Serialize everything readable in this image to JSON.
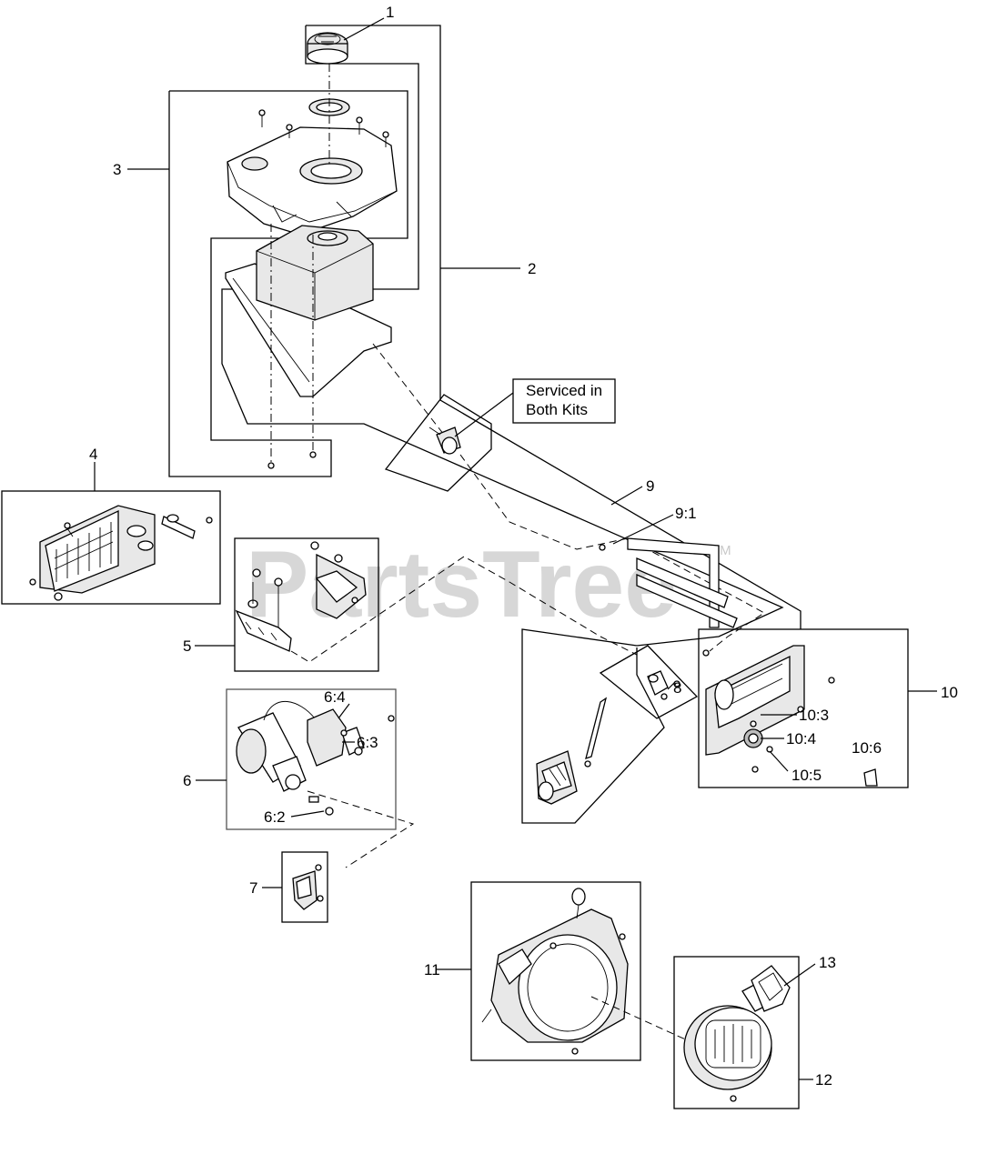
{
  "watermark": {
    "text": "PartsTree",
    "trademark": "TM"
  },
  "note": {
    "line1": "Serviced in",
    "line2": "Both Kits"
  },
  "callouts": [
    {
      "id": "1",
      "text": "1"
    },
    {
      "id": "2",
      "text": "2"
    },
    {
      "id": "3",
      "text": "3"
    },
    {
      "id": "4",
      "text": "4"
    },
    {
      "id": "5",
      "text": "5"
    },
    {
      "id": "6",
      "text": "6"
    },
    {
      "id": "6-2",
      "text": "6:2"
    },
    {
      "id": "6-3",
      "text": "6:3"
    },
    {
      "id": "6-4",
      "text": "6:4"
    },
    {
      "id": "7",
      "text": "7"
    },
    {
      "id": "8",
      "text": "8"
    },
    {
      "id": "9",
      "text": "9"
    },
    {
      "id": "9-1",
      "text": "9:1"
    },
    {
      "id": "10",
      "text": "10"
    },
    {
      "id": "10-3",
      "text": "10:3"
    },
    {
      "id": "10-4",
      "text": "10:4"
    },
    {
      "id": "10-5",
      "text": "10:5"
    },
    {
      "id": "10-6",
      "text": "10:6"
    },
    {
      "id": "11",
      "text": "11"
    },
    {
      "id": "12",
      "text": "12"
    },
    {
      "id": "13",
      "text": "13"
    }
  ]
}
